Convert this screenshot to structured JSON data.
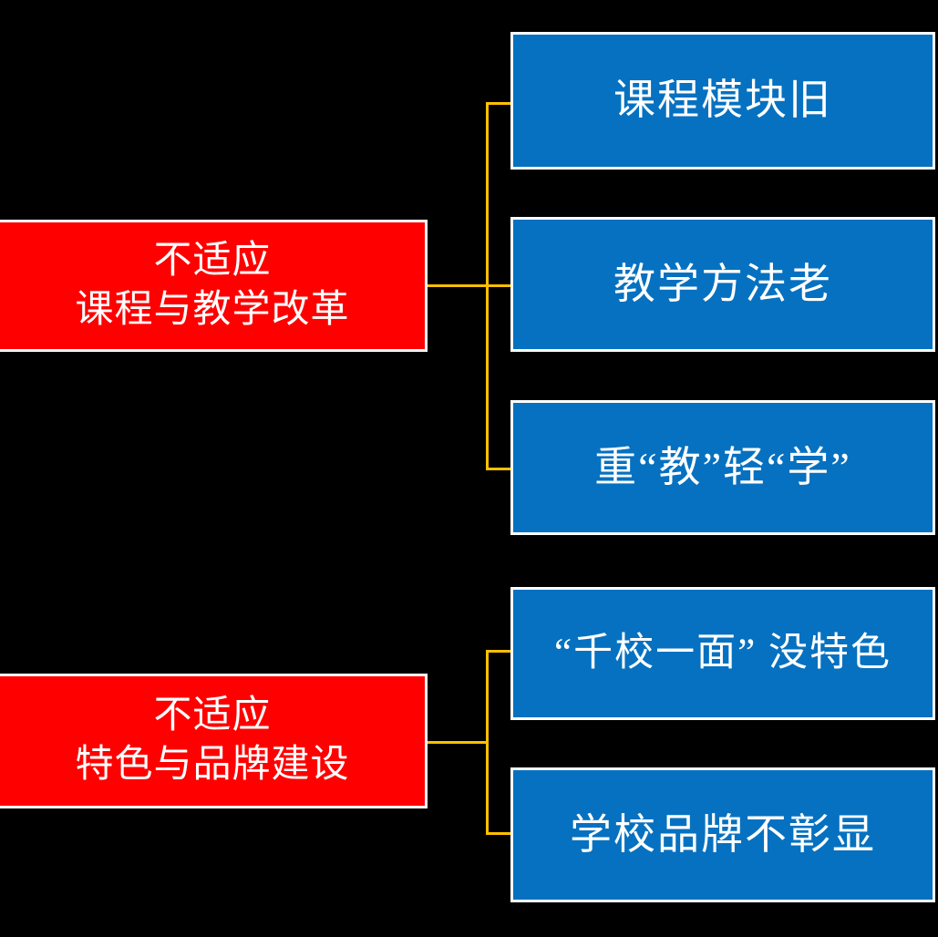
{
  "diagram": {
    "type": "tree-mindmap",
    "background_color": "#000000",
    "accent_color": "#FFC000",
    "primary_color": "#FF0000",
    "secondary_color": "#0671C0",
    "text_color": "#FFFFFF",
    "groups": [
      {
        "id": "group-curriculum",
        "root": {
          "id": "root-curriculum",
          "line_1": "不适应",
          "line_2": "课程与教学改革"
        },
        "children": [
          {
            "id": "leaf-course-module",
            "label": "课程模块旧"
          },
          {
            "id": "leaf-teaching-method",
            "label": "教学方法老"
          },
          {
            "id": "leaf-teach-over-learn",
            "label": "重“教”轻“学”"
          }
        ]
      },
      {
        "id": "group-brand",
        "root": {
          "id": "root-brand",
          "line_1": "不适应",
          "line_2": "特色与品牌建设"
        },
        "children": [
          {
            "id": "leaf-no-feature",
            "label": "“千校一面” 没特色"
          },
          {
            "id": "leaf-weak-brand",
            "label": "学校品牌不彰显"
          }
        ]
      }
    ]
  }
}
